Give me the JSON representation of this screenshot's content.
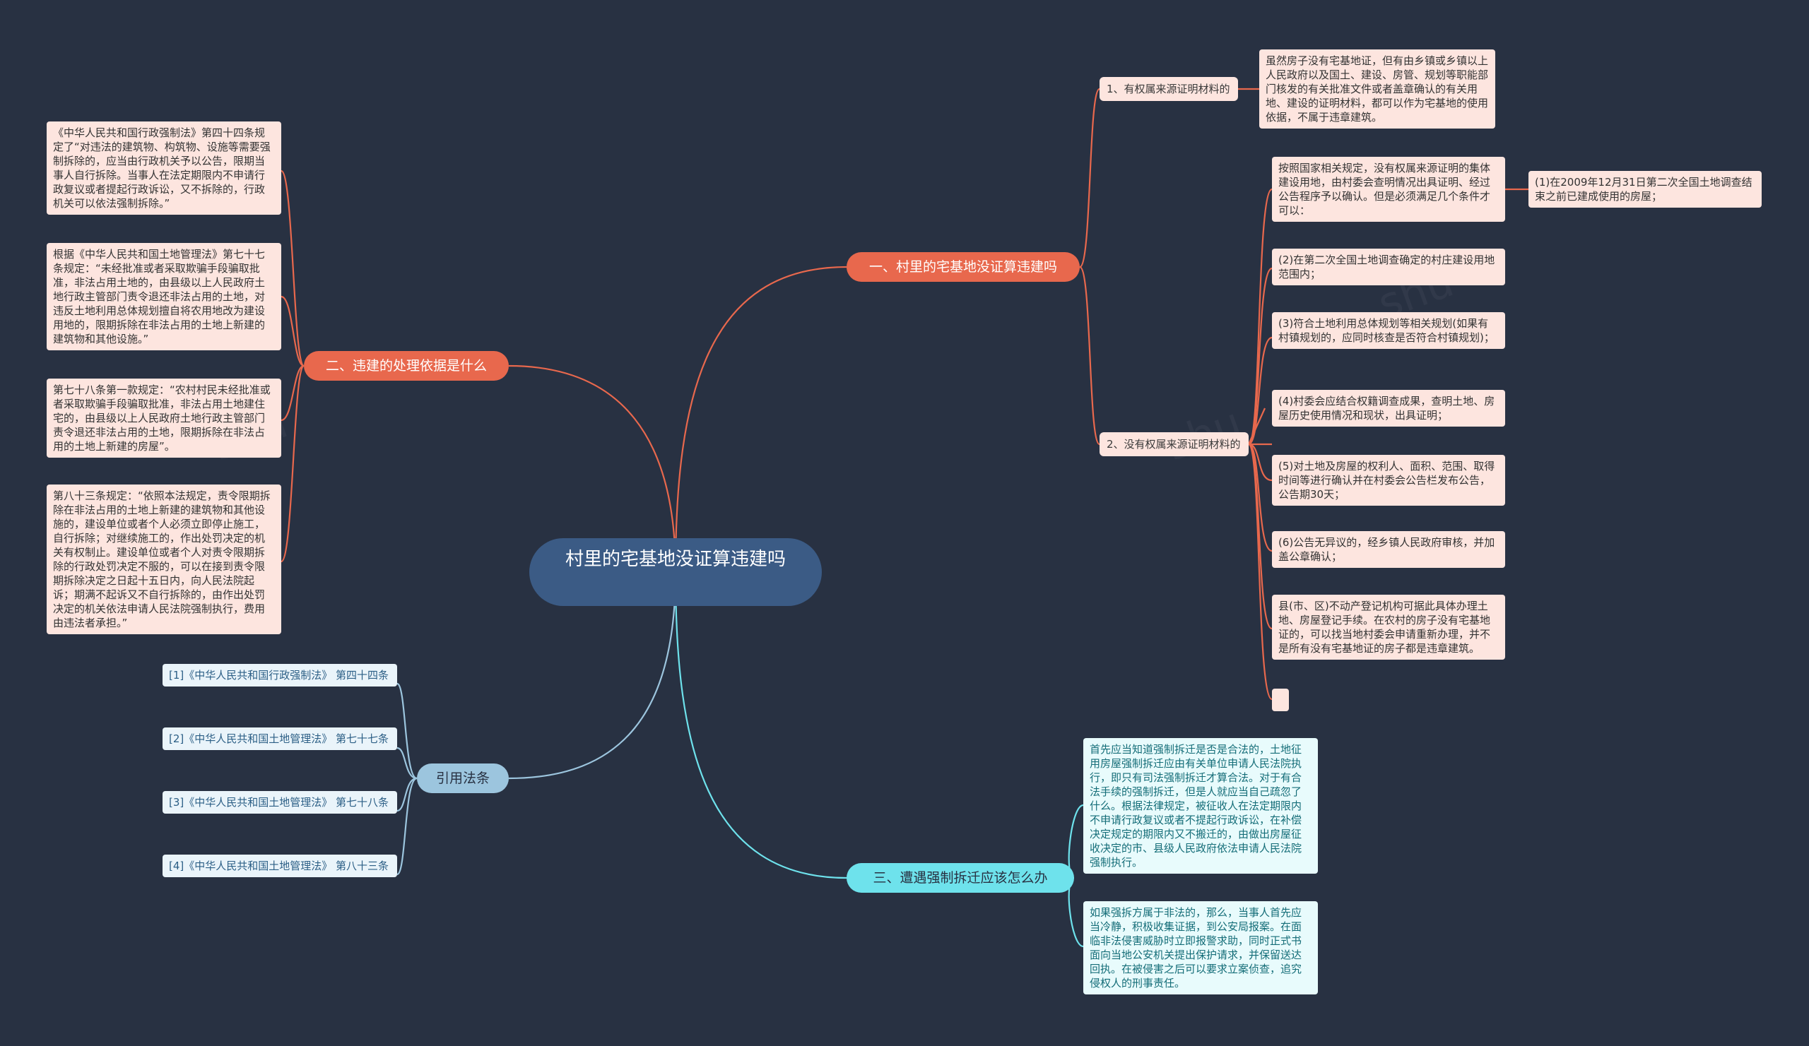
{
  "root": "村里的宅基地没证算违建吗",
  "branches": {
    "b1": "一、村里的宅基地没证算违建吗",
    "b2": "二、违建的处理依据是什么",
    "b3": "三、遭遇强制拆迁应该怎么办",
    "b4": "引用法条"
  },
  "b1_children": {
    "c1": "1、有权属来源证明材料的",
    "c1_text": "虽然房子没有宅基地证，但有由乡镇或乡镇以上人民政府以及国土、建设、房管、规划等职能部门核发的有关批准文件或者盖章确认的有关用地、建设的证明材料，都可以作为宅基地的使用依据，不属于违章建筑。",
    "c2": "2、没有权属来源证明材料的",
    "c2_items": [
      "按照国家相关规定，没有权属来源证明的集体建设用地，由村委会查明情况出具证明、经过公告程序予以确认。但是必须满足几个条件才可以：",
      "(2)在第二次全国土地调查确定的村庄建设用地范围内；",
      "(3)符合土地利用总体规划等相关规划(如果有村镇规划的，应同时核查是否符合村镇规划)；",
      "(4)村委会应结合权籍调查成果，查明土地、房屋历史使用情况和现状，出具证明；",
      "(5)对土地及房屋的权利人、面积、范围、取得时间等进行确认并在村委会公告栏发布公告，公告期30天；",
      "(6)公告无异议的，经乡镇人民政府审核，并加盖公章确认；",
      "县(市、区)不动产登记机构可据此具体办理土地、房屋登记手续。在农村的房子没有宅基地证的，可以找当地村委会申请重新办理，并不是所有没有宅基地证的房子都是违章建筑。"
    ],
    "c2_sub": "(1)在2009年12月31日第二次全国土地调查结束之前已建成使用的房屋；"
  },
  "b2_items": [
    "《中华人民共和国行政强制法》第四十四条规定了“对违法的建筑物、构筑物、设施等需要强制拆除的，应当由行政机关予以公告，限期当事人自行拆除。当事人在法定期限内不申请行政复议或者提起行政诉讼，又不拆除的，行政机关可以依法强制拆除。”",
    "根据《中华人民共和国土地管理法》第七十七条规定：“未经批准或者采取欺骗手段骗取批准，非法占用土地的，由县级以上人民政府土地行政主管部门责令退还非法占用的土地，对违反土地利用总体规划擅自将农用地改为建设用地的，限期拆除在非法占用的土地上新建的建筑物和其他设施。”",
    "第七十八条第一款规定：“农村村民未经批准或者采取欺骗手段骗取批准，非法占用土地建住宅的，由县级以上人民政府土地行政主管部门责令退还非法占用的土地，限期拆除在非法占用的土地上新建的房屋”。",
    "第八十三条规定：“依照本法规定，责令限期拆除在非法占用的土地上新建的建筑物和其他设施的，建设单位或者个人必须立即停止施工，自行拆除；对继续施工的，作出处罚决定的机关有权制止。建设单位或者个人对责令限期拆除的行政处罚决定不服的，可以在接到责令限期拆除决定之日起十五日内，向人民法院起诉；期满不起诉又不自行拆除的，由作出处罚决定的机关依法申请人民法院强制执行，费用由违法者承担。”"
  ],
  "b3_items": [
    "首先应当知道强制拆迁是否是合法的，土地征用房屋强制拆迁应由有关单位申请人民法院执行，即只有司法强制拆迁才算合法。对于有合法手续的强制拆迁，但是人就应当自己疏忽了什么。根据法律规定，被征收人在法定期限内不申请行政复议或者不提起行政诉讼，在补偿决定规定的期限内又不搬迁的，由做出房屋征收决定的市、县级人民政府依法申请人民法院强制执行。",
    "如果强拆方属于非法的，那么，当事人首先应当冷静，积极收集证据，到公安局报案。在面临非法侵害威胁时立即报警求助，同时正式书面向当地公安机关提出保护请求，并保留送达回执。在被侵害之后可以要求立案侦查，追究侵权人的刑事责任。"
  ],
  "b4_items": [
    "[1]《中华人民共和国行政强制法》 第四十四条",
    "[2]《中华人民共和国土地管理法》 第七十七条",
    "[3]《中华人民共和国土地管理法》 第七十八条",
    "[4]《中华人民共和国土地管理法》 第八十三条"
  ],
  "colors": {
    "background": "#283142",
    "root": "#3b5b85",
    "red": "#e8684d",
    "blue": "#9cc5de",
    "cyan": "#6ee2ec",
    "pink_card": "#fde5df"
  }
}
